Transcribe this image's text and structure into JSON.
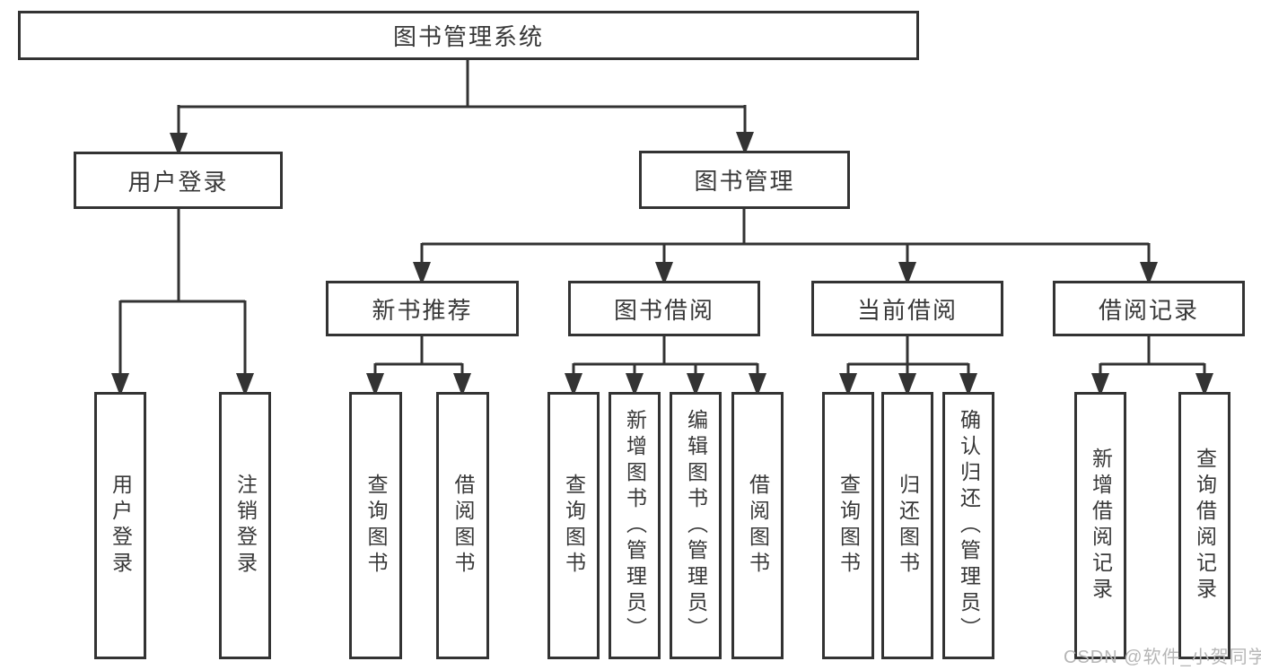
{
  "tree": {
    "root": {
      "label": "图书管理系统"
    },
    "branches": [
      {
        "label": "用户登录",
        "children": [
          {
            "label": "用户登录"
          },
          {
            "label": "注销登录"
          }
        ]
      },
      {
        "label": "图书管理",
        "children": [
          {
            "label": "新书推荐",
            "children": [
              {
                "label": "查询图书"
              },
              {
                "label": "借阅图书"
              }
            ]
          },
          {
            "label": "图书借阅",
            "children": [
              {
                "label": "查询图书"
              },
              {
                "label": "新增图书（管理员）"
              },
              {
                "label": "编辑图书（管理员）"
              },
              {
                "label": "借阅图书"
              }
            ]
          },
          {
            "label": "当前借阅",
            "children": [
              {
                "label": "查询图书"
              },
              {
                "label": "归还图书"
              },
              {
                "label": "确认归还（管理员）"
              }
            ]
          },
          {
            "label": "借阅记录",
            "children": [
              {
                "label": "新增借阅记录"
              },
              {
                "label": "查询借阅记录"
              }
            ]
          }
        ]
      }
    ]
  },
  "watermark": {
    "text": "CSDN @软件_小贺同学"
  },
  "colors": {
    "line": "#333333",
    "box_border": "#333333",
    "text": "#383838",
    "watermark_text": "#b6b6b6",
    "background": "#ffffff"
  }
}
